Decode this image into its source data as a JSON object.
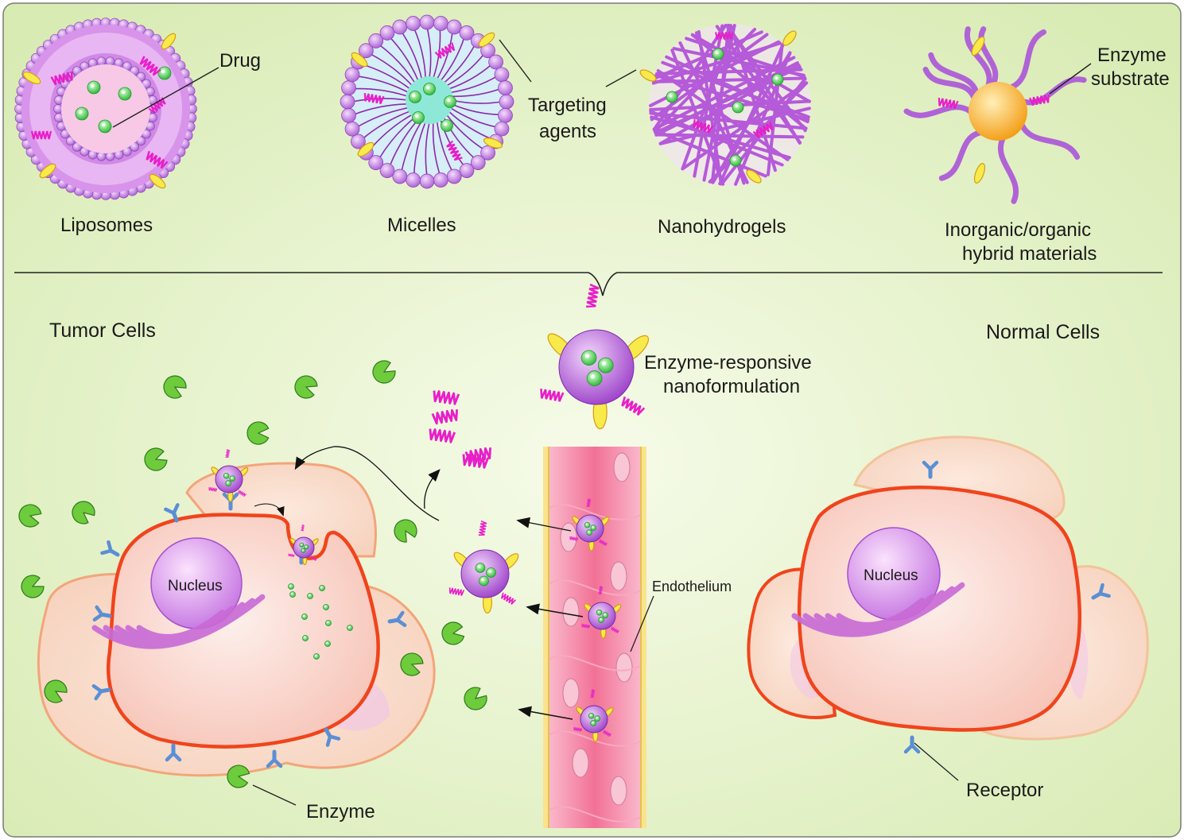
{
  "colors": {
    "background": "#e6f2cf",
    "liposome_purple": "#b26ad6",
    "drug_green": "#4ccb4a",
    "cell_membrane": "#f04e1e",
    "cytoplasm": "#fbd8cf",
    "nucleus": "#d99af0",
    "vessel": "#f47fa0",
    "receptor": "#5b8fd4",
    "enzyme": "#6ecb3c",
    "targeting_agent": "#f6e24a",
    "substrate": "#e81fc9",
    "core_orange": "#f7a623"
  },
  "top_panel": {
    "carriers": [
      {
        "name": "Liposomes",
        "icon": "liposome-icon"
      },
      {
        "name": "Micelles",
        "icon": "micelle-icon"
      },
      {
        "name": "Nanohydrogels",
        "icon": "nanohydrogel-icon"
      },
      {
        "name_line1": "Inorganic/organic",
        "name_line2": "hybrid materials",
        "icon": "hybrid-nanoparticle-icon"
      }
    ],
    "callouts": {
      "drug": "Drug",
      "targeting_line1": "Targeting",
      "targeting_line2": "agents",
      "substrate_line1": "Enzyme",
      "substrate_line2": "substrate"
    }
  },
  "bottom_panel": {
    "tumor_title": "Tumor Cells",
    "normal_title": "Normal Cells",
    "nanoformulation_line1": "Enzyme-responsive",
    "nanoformulation_line2": "nanoformulation",
    "nucleus_tumor": "Nucleus",
    "nucleus_normal": "Nucleus",
    "endothelium": "Endothelium",
    "enzyme": "Enzyme",
    "receptor": "Receptor"
  }
}
